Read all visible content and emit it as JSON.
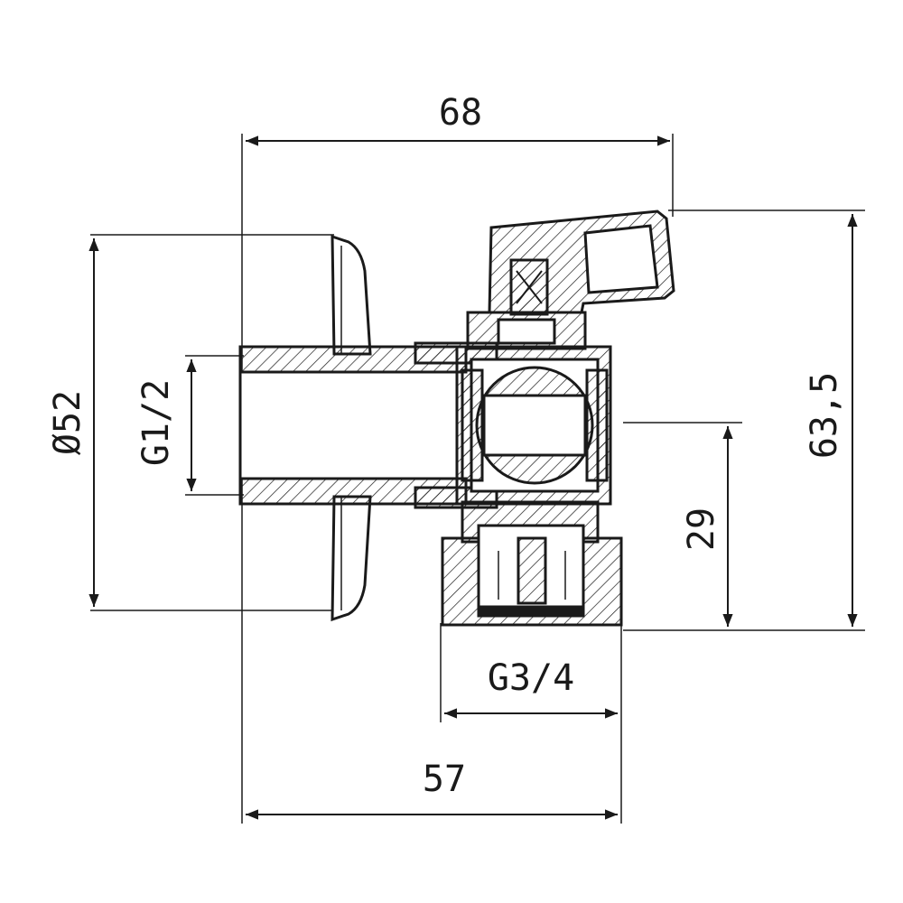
{
  "drawing": {
    "dimensions": {
      "overall_width": "68",
      "rosette_diameter": "Ø52",
      "inlet_thread": "G1/2",
      "height": "63,5",
      "outlet_offset": "29",
      "outlet_thread": "G3/4",
      "base_width": "57"
    },
    "colors": {
      "ink": "#1a1a1a",
      "background": "#ffffff"
    }
  }
}
